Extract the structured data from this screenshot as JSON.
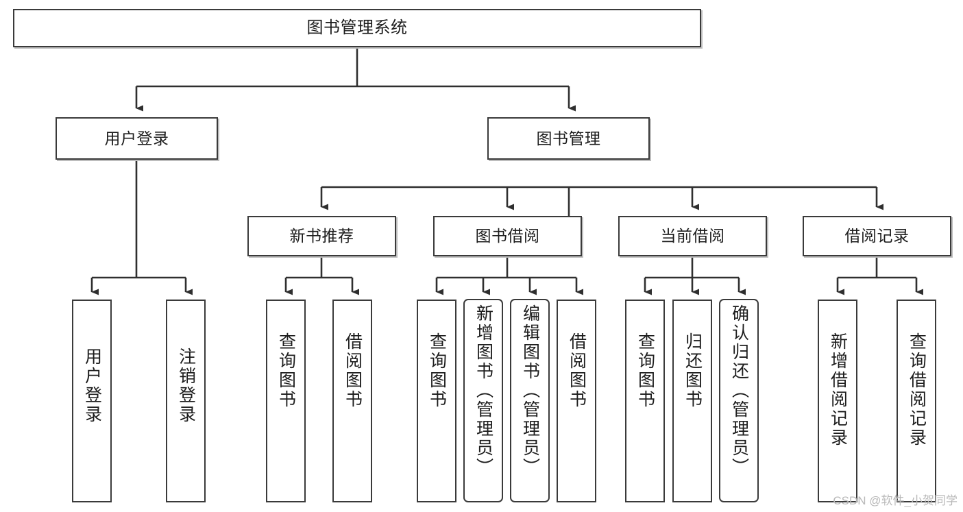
{
  "diagram": {
    "title": "图书管理系统",
    "type": "hierarchy-tree",
    "watermark": "CSDN @软件_小贺同学",
    "colors": {
      "node_border": "#3a3a3a",
      "node_fill": "#ffffff",
      "connector": "#2f2f2f",
      "text": "#1d1d1d",
      "watermark": "#b9b9b9",
      "background": "#ffffff"
    },
    "levels": {
      "level1": [
        {
          "id": "root",
          "label": "图书管理系统"
        }
      ],
      "level2": [
        {
          "id": "user-login",
          "label": "用户登录"
        },
        {
          "id": "book-manage",
          "label": "图书管理"
        }
      ],
      "level3": [
        {
          "id": "new-book-rec",
          "label": "新书推荐"
        },
        {
          "id": "book-borrow",
          "label": "图书借阅"
        },
        {
          "id": "current-borrow",
          "label": "当前借阅"
        },
        {
          "id": "borrow-record",
          "label": "借阅记录"
        }
      ],
      "level4": [
        {
          "id": "leaf-user-login",
          "label": "用户登录",
          "parent": "user-login"
        },
        {
          "id": "leaf-logout",
          "label": "注销登录",
          "parent": "user-login"
        },
        {
          "id": "leaf-query-book-1",
          "label": "查询图书",
          "parent": "new-book-rec"
        },
        {
          "id": "leaf-borrow-book-1",
          "label": "借阅图书",
          "parent": "new-book-rec"
        },
        {
          "id": "leaf-query-book-2",
          "label": "查询图书",
          "parent": "book-borrow"
        },
        {
          "id": "leaf-add-book",
          "label": "新增图书（管理员）",
          "parent": "book-borrow"
        },
        {
          "id": "leaf-edit-book",
          "label": "编辑图书（管理员）",
          "parent": "book-borrow"
        },
        {
          "id": "leaf-borrow-book-2",
          "label": "借阅图书",
          "parent": "book-borrow"
        },
        {
          "id": "leaf-query-book-3",
          "label": "查询图书",
          "parent": "current-borrow"
        },
        {
          "id": "leaf-return-book",
          "label": "归还图书",
          "parent": "current-borrow"
        },
        {
          "id": "leaf-confirm-return",
          "label": "确认归还（管理员）",
          "parent": "current-borrow"
        },
        {
          "id": "leaf-add-record",
          "label": "新增借阅记录",
          "parent": "borrow-record"
        },
        {
          "id": "leaf-query-record",
          "label": "查询借阅记录",
          "parent": "borrow-record"
        }
      ]
    }
  }
}
